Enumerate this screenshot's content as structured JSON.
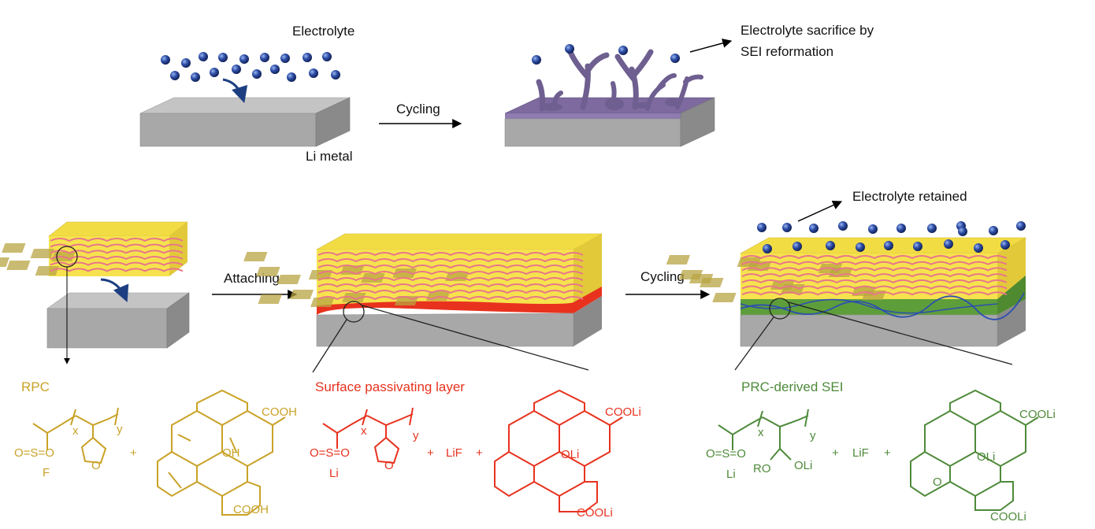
{
  "top_row": {
    "electrolyte_label": "Electrolyte",
    "li_metal_label": "Li metal",
    "cycling_label": "Cycling",
    "sacrifice_label_line1": "Electrolyte sacrifice by",
    "sacrifice_label_line2": "SEI reformation"
  },
  "bottom_row": {
    "attaching_label": "Attaching",
    "cycling_label": "Cycling",
    "retained_label": "Electrolyte retained",
    "rpc_label": "RPC",
    "passivating_label": "Surface passivating layer",
    "sei_label": "PRC-derived SEI"
  },
  "chemistry": {
    "rpc": {
      "sub_x": "x",
      "sub_y": "y",
      "so2": "O=S=O",
      "f": "F",
      "o": "O",
      "plus": "+",
      "cooh_top": "COOH",
      "cooh_bottom": "COOH",
      "oh": "OH"
    },
    "passivating": {
      "sub_x": "x",
      "sub_y": "y",
      "so2": "O=S=O",
      "li": "Li",
      "o": "O",
      "plus1": "+",
      "lif": "LiF",
      "plus2": "+",
      "cooli_top": "COOLi",
      "cooli_bottom": "COOLi",
      "oli": "OLi"
    },
    "sei": {
      "sub_x": "x",
      "sub_y": "y",
      "so2": "O=S=O",
      "li": "Li",
      "ro": "RO",
      "oli_chain": "OLi",
      "plus1": "+",
      "lif": "LiF",
      "plus2": "+",
      "cooli_top": "COOLi",
      "cooli_bottom": "COOLi",
      "oli": "OLi",
      "o": "O"
    }
  },
  "colors": {
    "rpc": "#c9a227",
    "passivating": "#e8321e",
    "sei": "#4e8a3a",
    "yellow_film": "#f5e04a",
    "electrolyte_ball": "#2e4fa8",
    "metal_top": "#bdbdbd",
    "metal_front": "#a9a9a9",
    "metal_side": "#8c8c8c",
    "sei_top": "#7e6a9e",
    "dendrite": "#6e5f90"
  },
  "icons": [
    "arrow-right-icon",
    "curved-arrow-icon",
    "magnify-circle-icon"
  ]
}
